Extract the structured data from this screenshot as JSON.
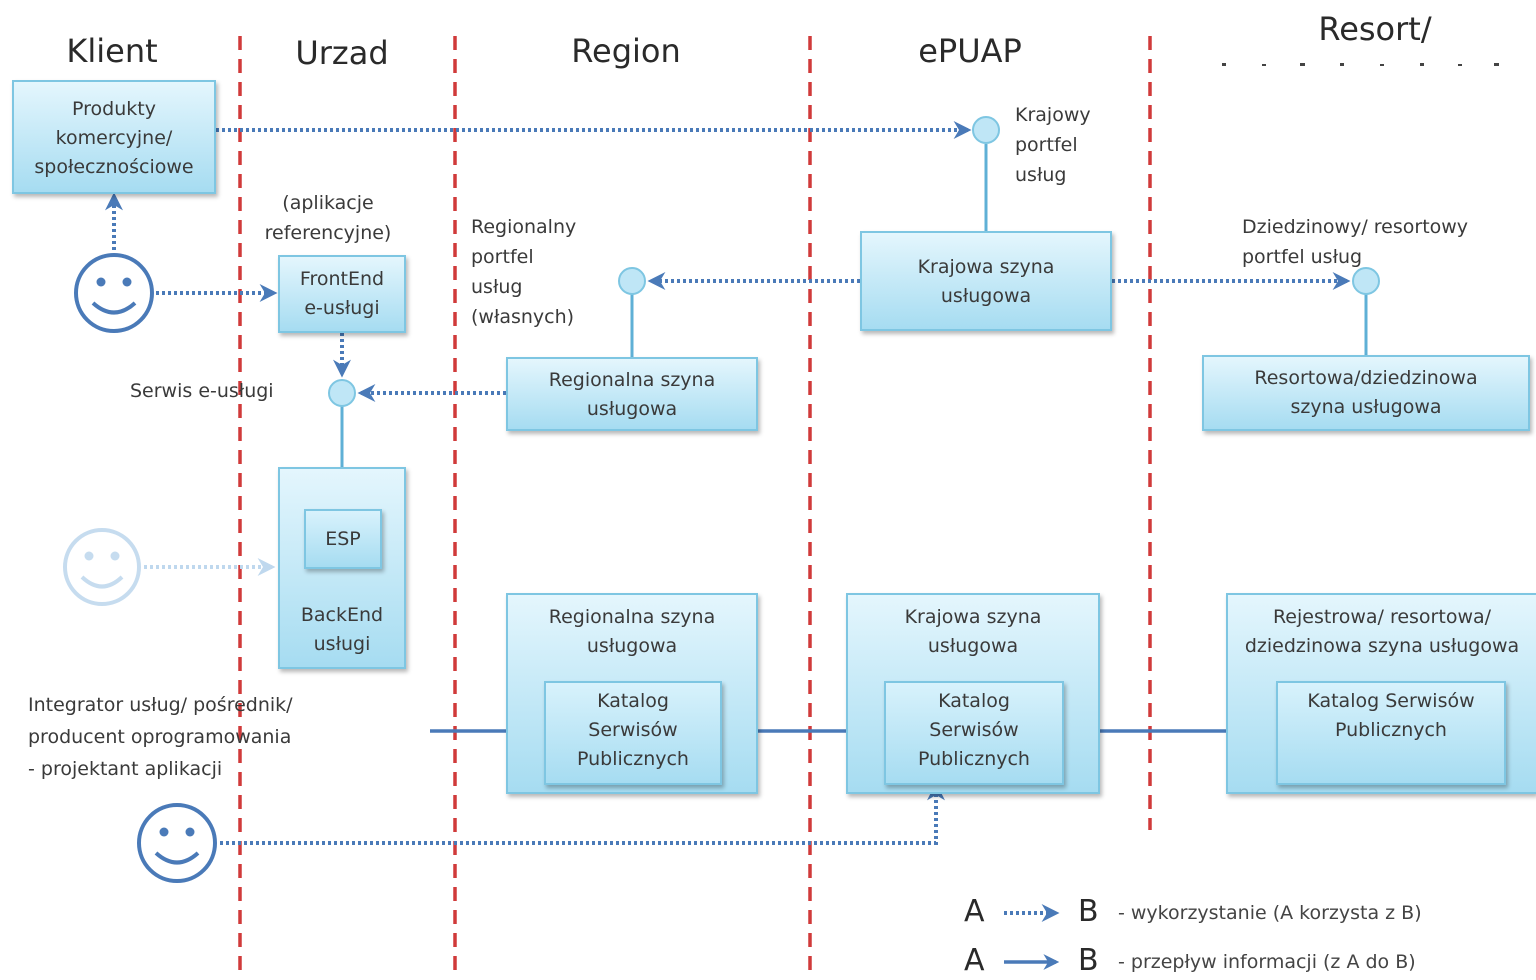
{
  "lanes": {
    "klient": "Klient",
    "urzad": "Urzad",
    "region": "Region",
    "epuap": "ePUAP",
    "resort": "Resort/"
  },
  "boxes": {
    "produkty": "Produkty\nkomercyjne/\nspołecznościowe",
    "frontend": "FrontEnd\ne-usługi",
    "esp": "ESP",
    "backend": "BackEnd\nusługi",
    "krajowa_szyna_top": "Krajowa szyna\nusługowa",
    "regionalna_szyna_top": "Regionalna szyna\nusługowa",
    "resortowa_szyna_top": "Resortowa/dziedzinowa\nszyna usługowa",
    "regionalna_szyna_bottom": "Regionalna szyna\nusługowa",
    "katalog_region": "Katalog\nSerwisów\nPublicznych",
    "krajowa_szyna_bottom": "Krajowa szyna\nusługowa",
    "katalog_epuap": "Katalog\nSerwisów\nPublicznych",
    "rejestrowa_szyna": "Rejestrowa/ resortowa/\ndziedzinowa szyna usługowa",
    "katalog_resort": "Katalog Serwisów\nPublicznych"
  },
  "labels": {
    "aplikacje": "(aplikacje\nreferencyjne)",
    "krajowy_portfel": "Krajowy\nportfel\nusług",
    "regionalny_portfel": "Regionalny\nportfel\nusług\n(własnych)",
    "dziedzinowy_portfel": "Dziedzinowy/ resortowy\nportfel usług",
    "serwis": "Serwis e-usługi",
    "integrator": "Integrator usług/ pośrednik/\nproducent oprogramowania\n- projektant aplikacji"
  },
  "legend": {
    "a": "A",
    "b": "B",
    "usage_desc": "- wykorzystanie (A korzysta z B)",
    "flow_desc": "- przepływ informacji (z A do B)"
  },
  "colors": {
    "lane_divider": "#d03a3a",
    "arrow": "#4a7ab8",
    "box_border": "#7ec6e2",
    "box_fill": "#a6dcf1"
  }
}
